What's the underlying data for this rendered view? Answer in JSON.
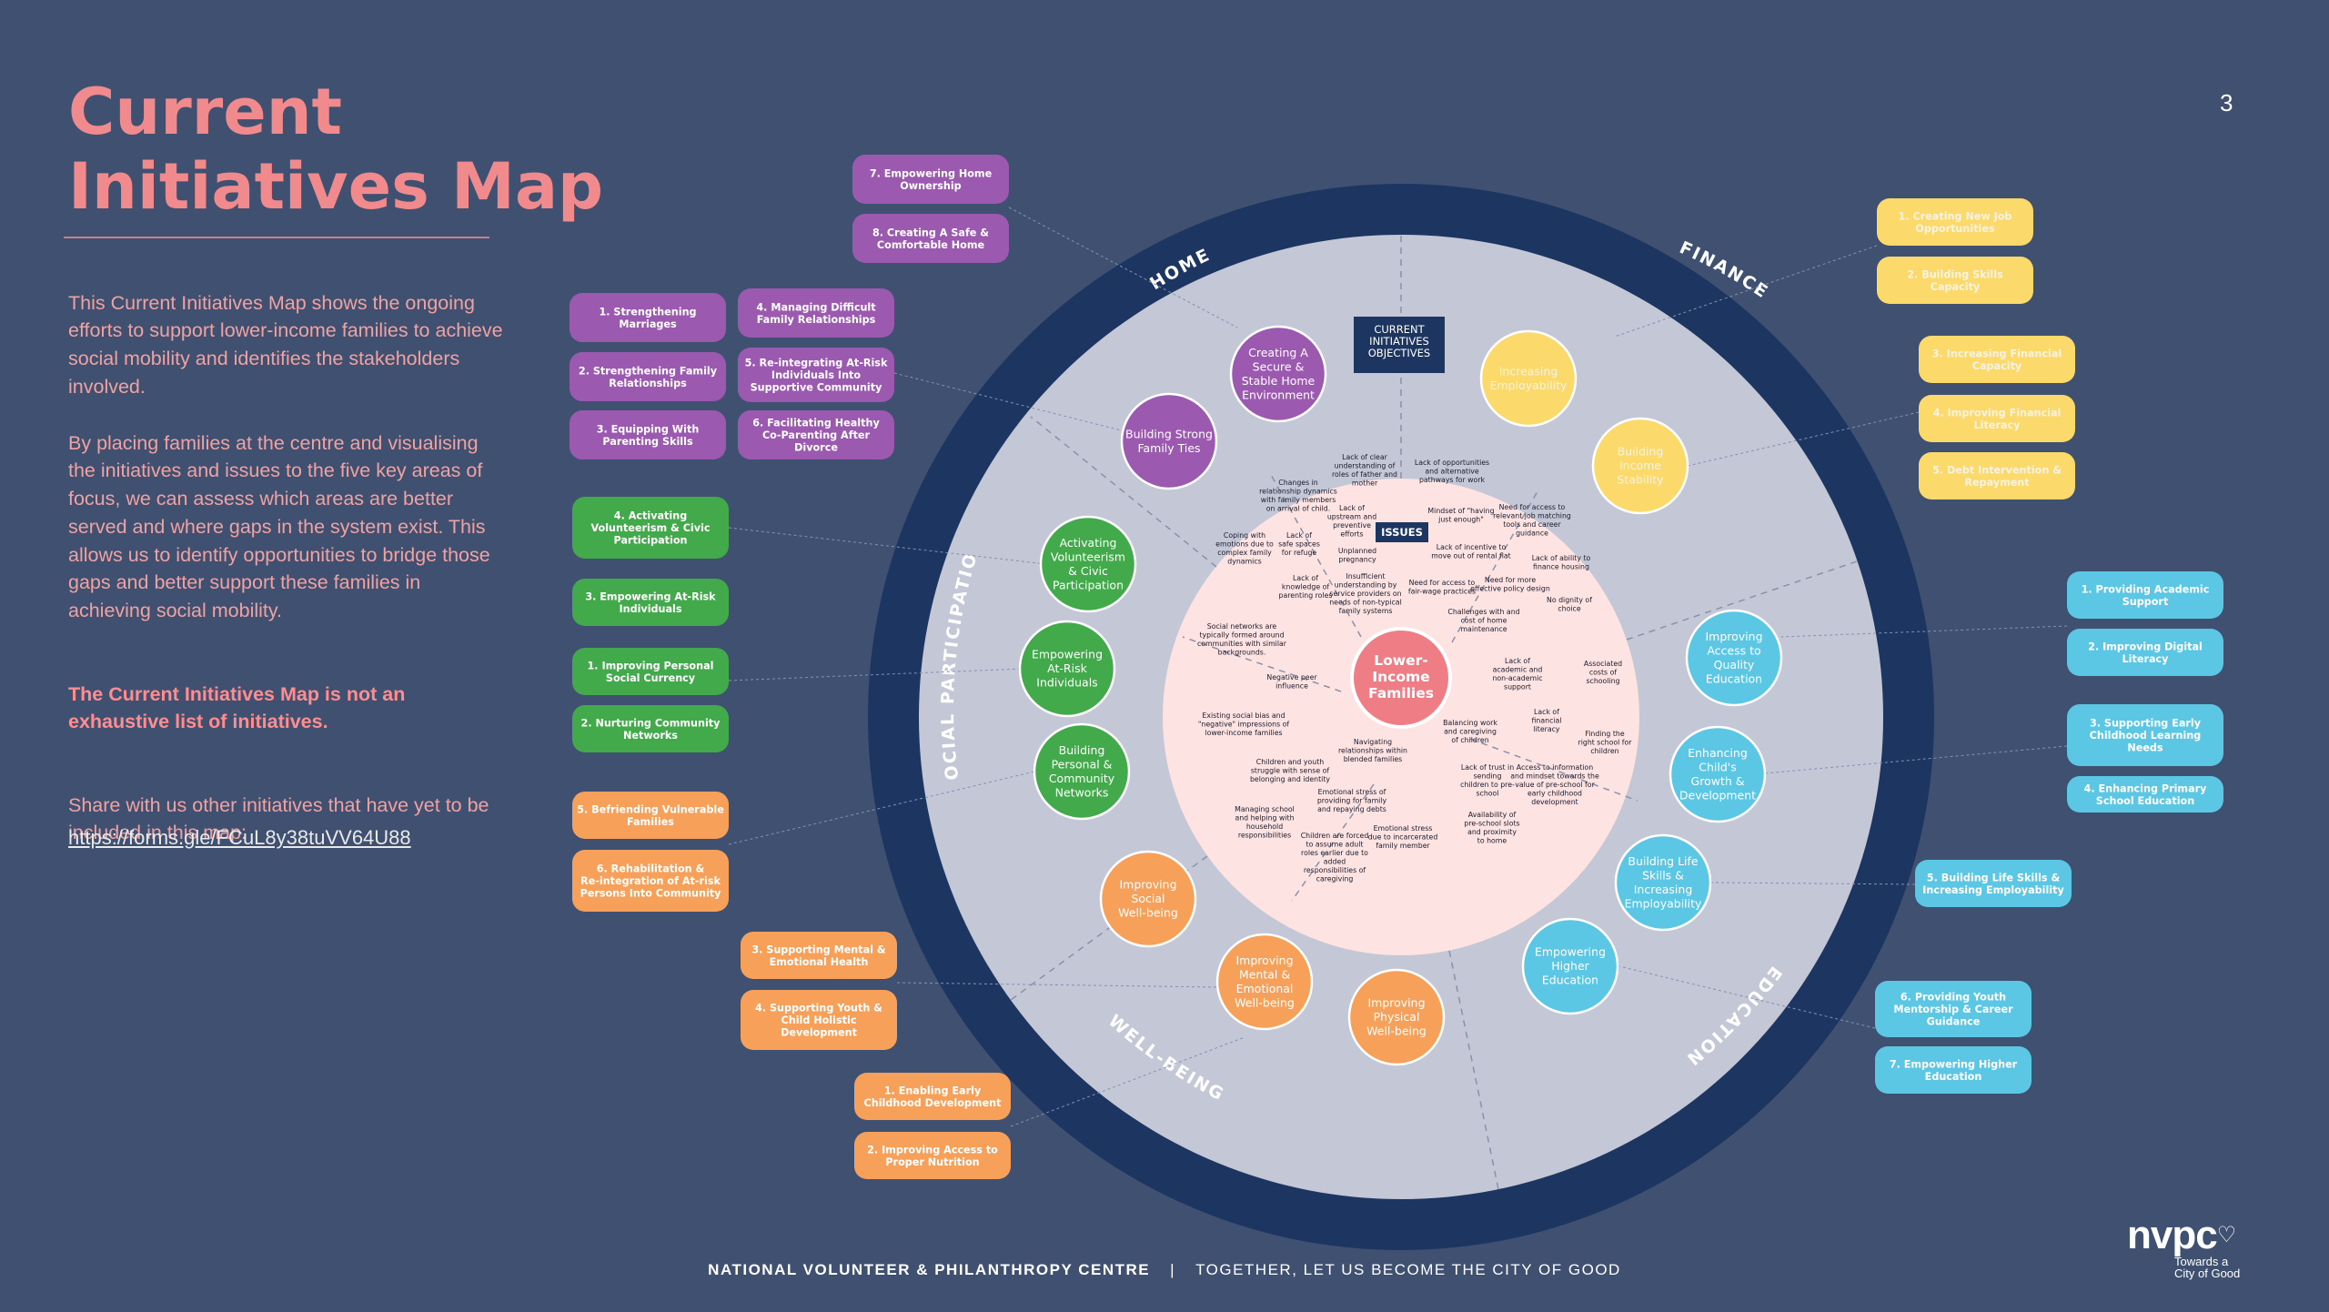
{
  "header": {
    "title_line1": "Current",
    "title_line2": "Initiatives Map",
    "page_number": "3"
  },
  "intro": {
    "paragraph1": "This Current Initiatives Map shows the ongoing efforts to support lower-income families to achieve social mobility and identifies the stakeholders involved.",
    "paragraph2": "By placing families at the centre and visualising the initiatives and issues to the five key areas of focus, we can assess which areas are better served and where gaps in the system exist. This allows us to identify opportunities to bridge those gaps and better support these families in achieving social mobility.",
    "paragraph3": "The Current Initiatives Map is not an exhaustive list of initiatives.",
    "paragraph4": "Share with us other initiatives that have yet to be included in this map:",
    "link": "https://forms.gle/FCuL8y38tuVV64U88"
  },
  "footer": {
    "org": "NATIONAL VOLUNTEER & PHILANTHROPY CENTRE",
    "separator": "|",
    "tagline": "TOGETHER, LET US BECOME THE CITY OF GOOD"
  },
  "logo": {
    "word": "nvpc",
    "tagline": "Towards a City of Good"
  },
  "colors": {
    "background": "#3f5070",
    "ring": "#1d3561",
    "objectives_zone": "#c4c7d6",
    "issues_zone": "#fde3e1",
    "centre": "#ee7d86",
    "home": "#9b5ab0",
    "finance": "#fbd96b",
    "education": "#5cc7e5",
    "wellbeing": "#f6a05a",
    "social": "#43aa4b",
    "title": "#f08a8c"
  },
  "diagram": {
    "centre_label": "Lower-\nIncome\nFamilies",
    "objectives_label": "CURRENT\nINITIATIVES\nOBJECTIVES",
    "issues_label": "ISSUES",
    "area_labels": {
      "home": "HOME",
      "finance": "FINANCE",
      "education": "EDUCATION",
      "wellbeing": "WELL-BEING",
      "social": "SOCIAL PARTICIPATION"
    },
    "objectives": {
      "home_1": "Creating A\nSecure &\nStable Home\nEnvironment",
      "home_2": "Building Strong\nFamily Ties",
      "finance_1": "Increasing\nEmployability",
      "finance_2": "Building\nIncome\nStability",
      "education_1": "Improving\nAccess to\nQuality\nEducation",
      "education_2": "Enhancing\nChild's\nGrowth &\nDevelopment",
      "education_3": "Building Life\nSkills &\nIncreasing\nEmployability",
      "education_4": "Empowering\nHigher\nEducation",
      "wellbeing_1": "Improving\nPhysical\nWell-being",
      "wellbeing_2": "Improving\nMental &\nEmotional\nWell-being",
      "wellbeing_3": "Improving\nSocial\nWell-being",
      "social_1": "Building\nPersonal &\nCommunity\nNetworks",
      "social_2": "Empowering\nAt-Risk\nIndividuals",
      "social_3": "Activating\nVolunteerism\n& Civic\nParticipation"
    },
    "issues": {
      "i1": "Lack of clear\nunderstanding of\nroles of father and\nmother",
      "i2": "Changes in\nrelationship dynamics\nwith family members\non arrival of child.",
      "i3": "Lack of\nupstream and\npreventive\nefforts",
      "i4": "Coping with\nemotions due to\ncomplex family\ndynamics",
      "i5": "Lack of\nsafe spaces\nfor refuge",
      "i6": "Unplanned\npregnancy",
      "i7": "Lack of\nknowledge of\nparenting roles",
      "i8": "Insufficient\nunderstanding by\nservice providers on\nneeds of non-typical\nfamily systems",
      "i9": "Lack of opportunities\nand alternative\npathways for work",
      "i10": "Mindset of \"having\njust enough\"",
      "i11": "Need for access to\nrelevant job matching\ntools and career\nguidance",
      "i12": "Lack of incentive to\nmove out of rental flat",
      "i13": "Lack of ability to\nfinance housing",
      "i14": "Need for access to\nfair-wage practices",
      "i15": "Need for more\neffective policy design",
      "i16": "No dignity of\nchoice",
      "i17": "Challenges with and\ncost of home\nmaintenance",
      "i18": "Social networks are\ntypically formed around\ncommunities with similar\nbackgrounds.",
      "i19": "Negative peer\ninfluence",
      "i20": "Existing social bias and\n\"negative\" impressions of\nlower-income families",
      "i21": "Lack of\nacademic and\nnon-academic\nsupport",
      "i22": "Associated\ncosts of\nschooling",
      "i23": "Lack of\nfinancial\nliteracy",
      "i24": "Balancing work\nand caregiving\nof children",
      "i25": "Finding the\nright school for\nchildren",
      "i26": "Navigating\nrelationships within\nblended families",
      "i27": "Children and youth\nstruggle with sense of\nbelonging and identity",
      "i28": "Lack of trust in\nsending\nchildren to pre-\nschool",
      "i29": "Access to information\nand mindset towards the\nvalue of pre-school for\nearly childhood\ndevelopment",
      "i30": "Managing school\nand helping with\nhousehold\nresponsibilities",
      "i31": "Emotional stress of\nproviding for family\nand repaying debts",
      "i32": "Availability of\npre-school slots\nand proximity\nto home",
      "i33": "Emotional stress\ndue to incarcerated\nfamily member",
      "i34": "Children are forced\nto assume adult\nroles earlier due to\nadded\nresponsibilities of\ncaregiving"
    },
    "initiatives": {
      "home_7": "7. Empowering Home\nOwnership",
      "home_8": "8. Creating A Safe &\nComfortable Home",
      "home_1": "1. Strengthening\nMarriages",
      "home_2": "2. Strengthening Family\nRelationships",
      "home_3": "3. Equipping With\nParenting Skills",
      "home_4": "4. Managing Difficult\nFamily Relationships",
      "home_5": "5. Re-integrating At-Risk\nIndividuals Into\nSupportive Community",
      "home_6": "6. Facilitating Healthy\nCo-Parenting After\nDivorce",
      "finance_1": "1. Creating New Job\nOpportunities",
      "finance_2": "2. Building Skills\nCapacity",
      "finance_3": "3. Increasing Financial\nCapacity",
      "finance_4": "4. Improving Financial\nLiteracy",
      "finance_5": "5. Debt Intervention &\nRepayment",
      "education_1": "1. Providing Academic\nSupport",
      "education_2": "2. Improving Digital\nLiteracy",
      "education_3": "3. Supporting Early\nChildhood Learning\nNeeds",
      "education_4": "4. Enhancing Primary\nSchool Education",
      "education_5": "5. Building Life Skills &\nIncreasing Employability",
      "education_6": "6. Providing Youth\nMentorship & Career\nGuidance",
      "education_7": "7. Empowering Higher\nEducation",
      "social_4": "4. Activating\nVolunteerism & Civic\nParticipation",
      "social_3": "3. Empowering At-Risk\nIndividuals",
      "social_1": "1. Improving Personal\nSocial Currency",
      "social_2": "2. Nurturing Community\nNetworks",
      "wellbeing_5": "5. Befriending Vulnerable\nFamilies",
      "wellbeing_6": "6. Rehabilitation &\nRe-integration of At-risk\nPersons Into Community",
      "wellbeing_3": "3. Supporting Mental &\nEmotional Health",
      "wellbeing_4": "4. Supporting Youth &\nChild Holistic\nDevelopment",
      "wellbeing_1": "1. Enabling Early\nChildhood Development",
      "wellbeing_2": "2. Improving Access to\nProper Nutrition"
    }
  }
}
